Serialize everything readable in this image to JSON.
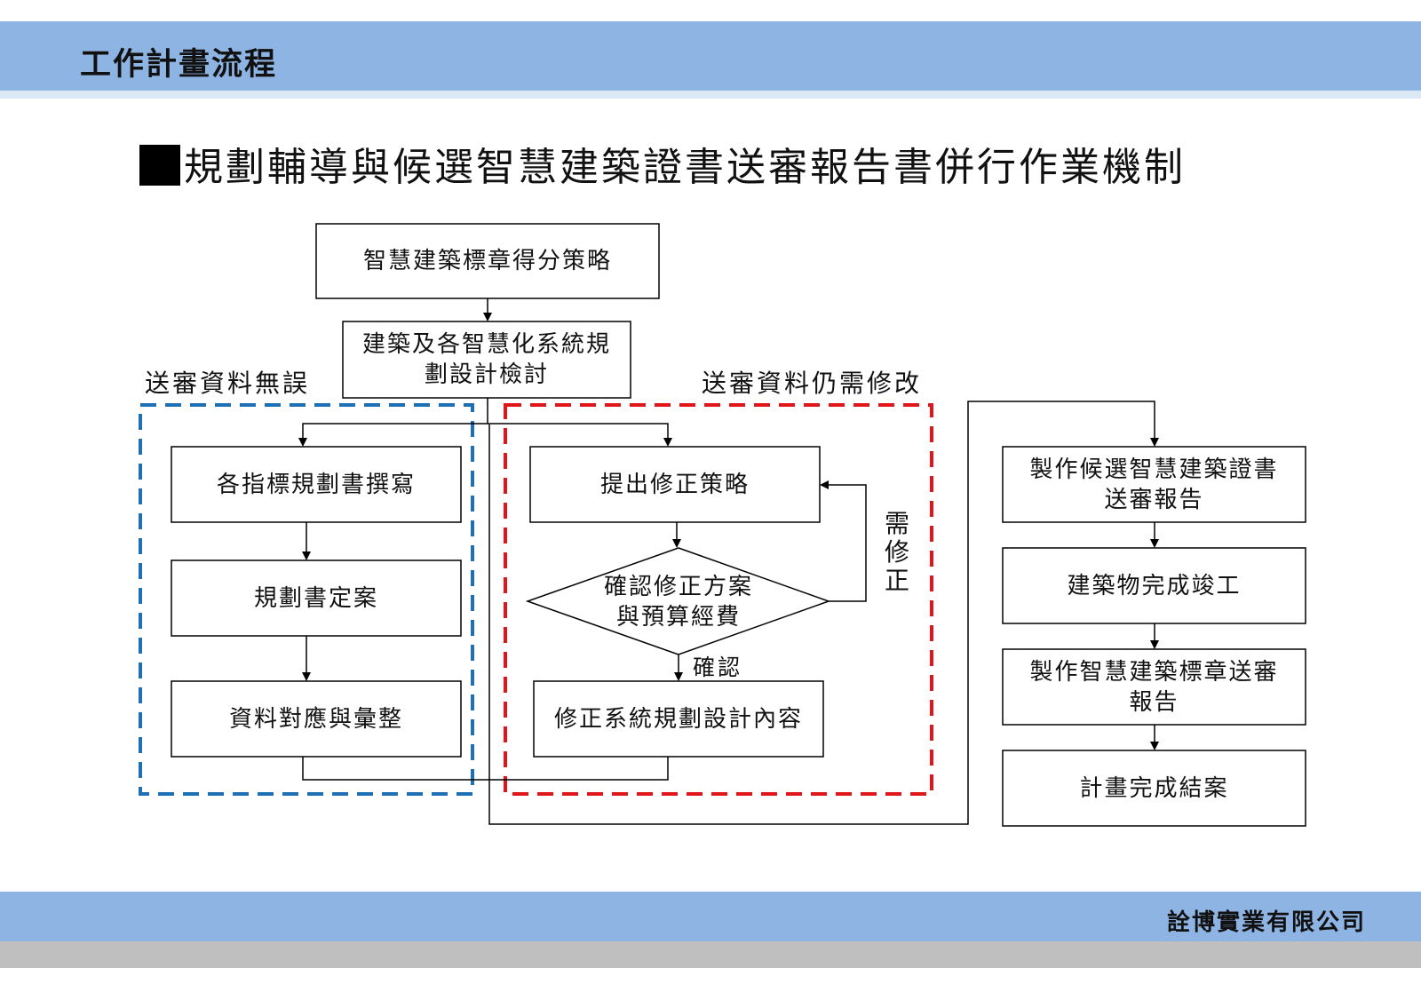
{
  "header": {
    "title": "工作計畫流程"
  },
  "title": "規劃輔導與候選智慧建築證書送審報告書併行作業機制",
  "groups": {
    "no_error": "送審資料無誤",
    "needs_revision": "送審資料仍需修改"
  },
  "nodes": {
    "strategy": "智慧建築標章得分策略",
    "system_review": "建築及各智慧化系統規\n劃設計檢討",
    "indicator_writing": "各指標規劃書撰寫",
    "plan_finalize": "規劃書定案",
    "data_mapping": "資料對應與彙整",
    "propose_revision": "提出修正策略",
    "confirm_decision": "確認修正方案\n與預算經費",
    "revise_design": "修正系統規劃設計內容",
    "candidate_report": "製作候選智慧建築證書\n送審報告",
    "building_complete": "建築物完成竣工",
    "label_report": "製作智慧建築標章送審\n報告",
    "project_close": "計畫完成結案"
  },
  "edge_labels": {
    "needs_fix": "需修正",
    "confirm": "確認"
  },
  "colors": {
    "header_bar": "#8eb4e3",
    "blue_dashed": "#1f6fb5",
    "red_dashed": "#e0161b",
    "footer_gray": "#bfbfbf"
  },
  "footer": {
    "company": "詮博實業有限公司"
  }
}
